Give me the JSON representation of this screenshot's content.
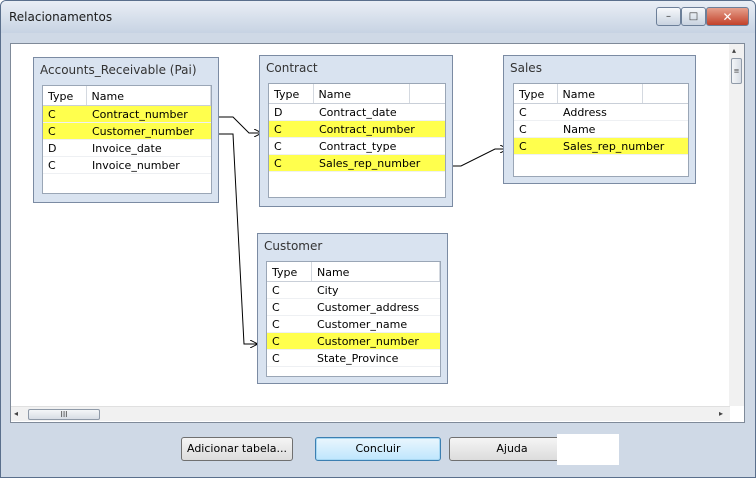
{
  "window": {
    "title": "Relacionamentos",
    "controls": {
      "minimize": "–",
      "maximize": "□",
      "close": "✕"
    }
  },
  "tables": {
    "accounts": {
      "title": "Accounts_Receivable (Pai)",
      "col_type": "Type",
      "col_name": "Name",
      "rows": [
        {
          "type": "C",
          "name": "Contract_number",
          "highlight": true
        },
        {
          "type": "C",
          "name": "Customer_number",
          "highlight": true
        },
        {
          "type": "D",
          "name": "Invoice_date",
          "highlight": false
        },
        {
          "type": "C",
          "name": "Invoice_number",
          "highlight": false
        }
      ]
    },
    "contract": {
      "title": "Contract",
      "col_type": "Type",
      "col_name": "Name",
      "rows": [
        {
          "type": "D",
          "name": "Contract_date",
          "highlight": false
        },
        {
          "type": "C",
          "name": "Contract_number",
          "highlight": true
        },
        {
          "type": "C",
          "name": "Contract_type",
          "highlight": false
        },
        {
          "type": "C",
          "name": "Sales_rep_number",
          "highlight": true
        }
      ]
    },
    "sales": {
      "title": "Sales",
      "col_type": "Type",
      "col_name": "Name",
      "rows": [
        {
          "type": "C",
          "name": "Address",
          "highlight": false
        },
        {
          "type": "C",
          "name": "Name",
          "highlight": false
        },
        {
          "type": "C",
          "name": "Sales_rep_number",
          "highlight": true
        }
      ]
    },
    "customer": {
      "title": "Customer",
      "col_type": "Type",
      "col_name": "Name",
      "rows": [
        {
          "type": "C",
          "name": "City",
          "highlight": false
        },
        {
          "type": "C",
          "name": "Customer_address",
          "highlight": false
        },
        {
          "type": "C",
          "name": "Customer_name",
          "highlight": false
        },
        {
          "type": "C",
          "name": "Customer_number",
          "highlight": true
        },
        {
          "type": "C",
          "name": "State_Province",
          "highlight": false
        }
      ]
    }
  },
  "scrollbars": {
    "thumb_grip": "III",
    "left": "◂",
    "right": "▸",
    "up": "▴",
    "grip_v": "≡"
  },
  "buttons": {
    "add_table": "Adicionar tabela...",
    "finish": "Concluir",
    "help": "Ajuda"
  },
  "colors": {
    "highlight": "#ffff4d",
    "panel": "#d9e3f0"
  }
}
